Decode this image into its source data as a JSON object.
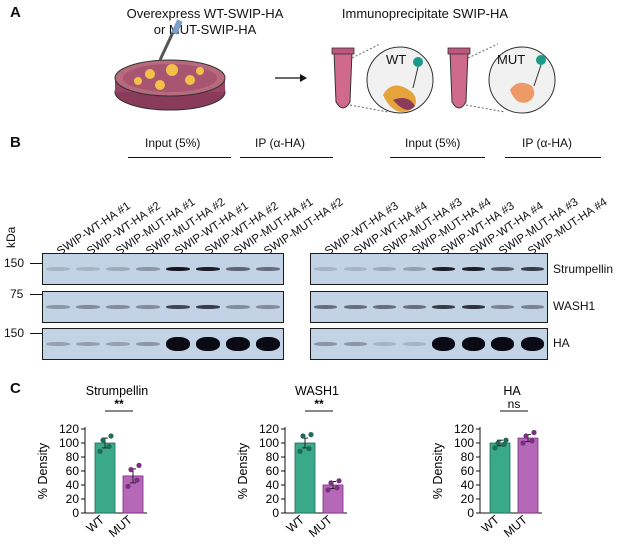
{
  "panel_labels": {
    "a": "A",
    "b": "B",
    "c": "C"
  },
  "panel_a": {
    "left_text_line1": "Overexpress WT-SWIP-HA",
    "left_text_line2": "or MUT-SWIP-HA",
    "right_title": "Immunoprecipitate SWIP-HA",
    "wt_circle_label": "WT",
    "mut_circle_label": "MUT",
    "arrow_icon": "right-arrow"
  },
  "panel_b": {
    "left_group": {
      "input_label": "Input (5%)",
      "ip_label": "IP (α-HA)"
    },
    "right_group": {
      "input_label": "Input (5%)",
      "ip_label": "IP (α-HA)"
    },
    "left_lanes": [
      "SWIP-WT-HA #1",
      "SWIP-WT-HA #2",
      "SWIP-MUT-HA #1",
      "SWIP-MUT-HA #2",
      "SWIP-WT-HA #1",
      "SWIP-WT-HA #2",
      "SWIP-MUT-HA #1",
      "SWIP-MUT-HA #2"
    ],
    "right_lanes": [
      "SWIP-WT-HA #3",
      "SWIP-WT-HA #4",
      "SWIP-MUT-HA #3",
      "SWIP-MUT-HA #4",
      "SWIP-WT-HA #3",
      "SWIP-WT-HA #4",
      "SWIP-MUT-HA #3",
      "SWIP-MUT-HA #4"
    ],
    "kda_label": "kDa",
    "markers": [
      "150",
      "75",
      "150"
    ],
    "blot_labels": [
      "Strumpellin",
      "WASH1",
      "HA"
    ],
    "band_intensity": {
      "strumpellin_left": [
        0.15,
        0.15,
        0.2,
        0.3,
        0.95,
        0.9,
        0.55,
        0.5
      ],
      "strumpellin_right": [
        0.15,
        0.15,
        0.2,
        0.25,
        0.9,
        0.9,
        0.6,
        0.75
      ],
      "wash1_left": [
        0.3,
        0.35,
        0.35,
        0.35,
        0.7,
        0.75,
        0.35,
        0.35
      ],
      "wash1_right": [
        0.5,
        0.5,
        0.5,
        0.5,
        0.75,
        0.8,
        0.4,
        0.4
      ],
      "ha_left": [
        0.25,
        0.25,
        0.25,
        0.3,
        1,
        1,
        1,
        1
      ],
      "ha_right": [
        0.3,
        0.3,
        0.15,
        0.15,
        1,
        1,
        1,
        1
      ]
    }
  },
  "chart_data": [
    {
      "type": "bar",
      "title": "Strumpellin",
      "ylabel": "% Density",
      "categories": [
        "WT",
        "MUT"
      ],
      "values": [
        100,
        53
      ],
      "errors": [
        7,
        10
      ],
      "points": [
        [
          88,
          95,
          104,
          110
        ],
        [
          38,
          47,
          62,
          68
        ]
      ],
      "ylim": [
        0,
        120
      ],
      "yticks": [
        "0",
        "20",
        "40",
        "60",
        "80",
        "100",
        "120"
      ],
      "significance": "**",
      "colors": [
        "#3aa98a",
        "#b567b8"
      ]
    },
    {
      "type": "bar",
      "title": "WASH1",
      "ylabel": "% Density",
      "categories": [
        "WT",
        "MUT"
      ],
      "values": [
        100,
        40
      ],
      "errors": [
        7,
        5
      ],
      "points": [
        [
          88,
          92,
          110,
          112
        ],
        [
          33,
          36,
          43,
          46
        ]
      ],
      "ylim": [
        0,
        120
      ],
      "yticks": [
        "0",
        "20",
        "40",
        "60",
        "80",
        "100",
        "120"
      ],
      "significance": "**",
      "colors": [
        "#3aa98a",
        "#b567b8"
      ]
    },
    {
      "type": "bar",
      "title": "HA",
      "ylabel": "% Density",
      "categories": [
        "WT",
        "MUT"
      ],
      "values": [
        100,
        107
      ],
      "errors": [
        4,
        5
      ],
      "points": [
        [
          93,
          98,
          100,
          104
        ],
        [
          100,
          103,
          110,
          115
        ]
      ],
      "ylim": [
        0,
        120
      ],
      "yticks": [
        "0",
        "20",
        "40",
        "60",
        "80",
        "100",
        "120"
      ],
      "significance": "ns",
      "colors": [
        "#3aa98a",
        "#b567b8"
      ]
    }
  ]
}
